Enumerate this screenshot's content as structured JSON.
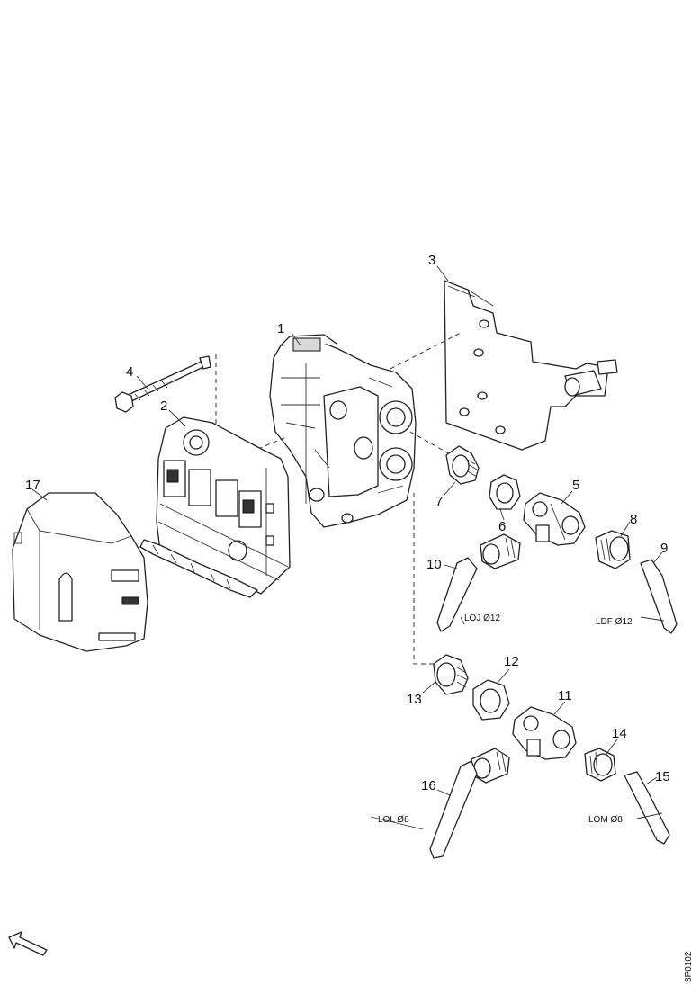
{
  "callouts": {
    "c1": "1",
    "c2": "2",
    "c3": "3",
    "c4": "4",
    "c5": "5",
    "c6": "6",
    "c7": "7",
    "c8": "8",
    "c9": "9",
    "c10": "10",
    "c11": "11",
    "c12": "12",
    "c13": "13",
    "c14": "14",
    "c15": "15",
    "c16": "16",
    "c17": "17"
  },
  "hose_labels": {
    "loj": "LOJ Ø12",
    "ldf": "LDF Ø12",
    "lol": "LOL Ø8",
    "lom": "LOM Ø8"
  },
  "reference_code": "3P0102"
}
